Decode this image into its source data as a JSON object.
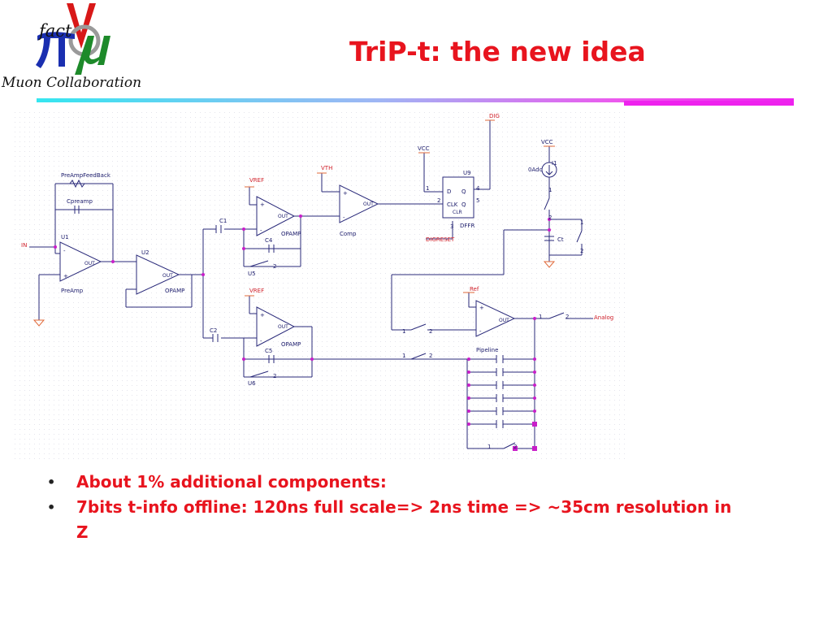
{
  "logo": {
    "word": "fact",
    "caption": "Muon Collaboration"
  },
  "title": "TriP-t: the new idea",
  "schematic": {
    "labels": {
      "in": "IN",
      "u1": "U1",
      "preamp": "PreAmp",
      "feedback": "PreAmpFeedBack",
      "cpreamp": "Cpreamp",
      "u2": "U2",
      "opamp_u2": "OPAMP",
      "c1": "C1",
      "c2": "C2",
      "vref1": "VREF",
      "vref2": "VREF",
      "opamp1": "OPAMP",
      "opamp2": "OPAMP",
      "c4": "C4",
      "c5": "C5",
      "u5": "U5",
      "u6": "U6",
      "vth": "VTH",
      "comp": "Comp",
      "vcc1": "VCC",
      "u9": "U9",
      "d": "D",
      "q": "Q",
      "clk": "CLK",
      "qbar": "Q",
      "clr": "CLR",
      "dffr": "DFFR",
      "digreset": "DIGRESET",
      "dig": "DIG",
      "vcc2": "VCC",
      "i1": "I1",
      "i1_value": "0Adc",
      "ct": "Ct",
      "ref": "Ref",
      "pipeline": "Pipeline",
      "analog": "Analog",
      "out": "OUT",
      "plus": "+",
      "minus": "-",
      "p1": "1",
      "p2": "2",
      "p3": "3",
      "p4": "4",
      "p5": "5"
    }
  },
  "bullets": [
    {
      "symbol": "•",
      "text": "About 1% additional components:"
    },
    {
      "symbol": "•",
      "text": "7bits t-info offline: 120ns full scale=> 2ns time   => ~35cm resolution in Z"
    }
  ]
}
